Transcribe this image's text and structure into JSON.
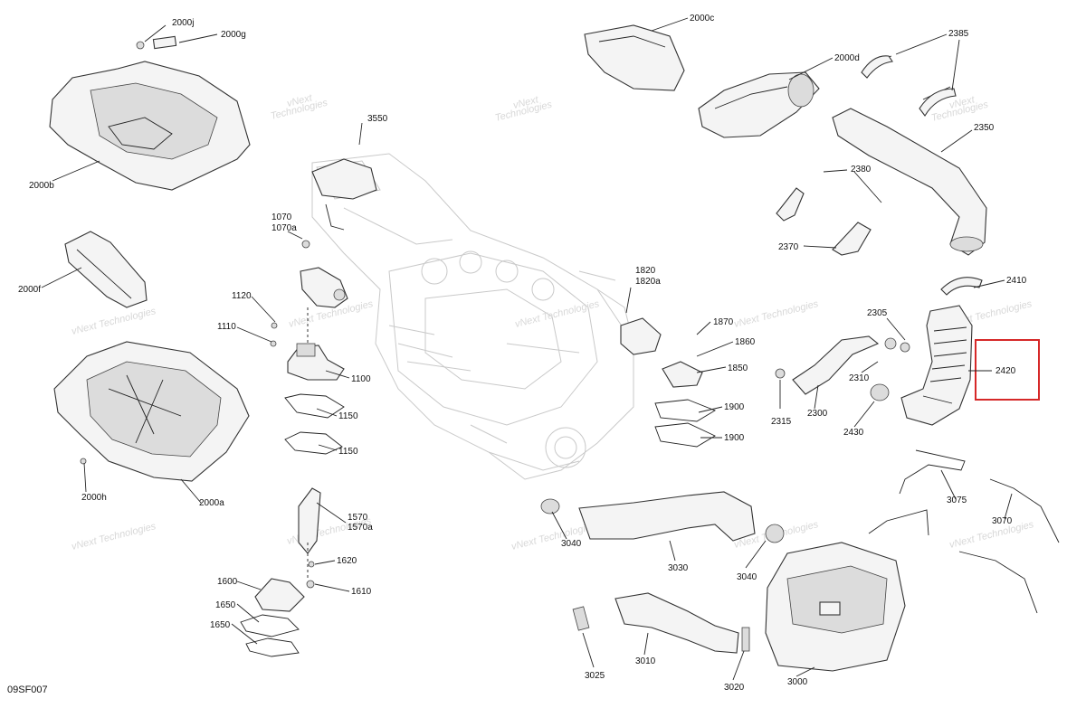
{
  "diagram_code": "09SF007",
  "watermark": {
    "line1": "vNext",
    "line2": "Technologies",
    "line_full": "vNext Technologies"
  },
  "highlight": {
    "part": "2420",
    "color": "#d62828"
  },
  "callouts": [
    "2000j",
    "2000g",
    "2000b",
    "2000f",
    "2000h",
    "2000a",
    "3550",
    "1070",
    "1070a",
    "1120",
    "1110",
    "1100",
    "1150",
    "1150",
    "1570",
    "1570a",
    "1620",
    "1610",
    "1600",
    "1650",
    "1650",
    "2000c",
    "2000d",
    "1820",
    "1820a",
    "1870",
    "1860",
    "1850",
    "1900",
    "1900",
    "3040",
    "3030",
    "3040",
    "3025",
    "3010",
    "3020",
    "3000",
    "2385",
    "2350",
    "2380",
    "2370",
    "2410",
    "2305",
    "2310",
    "2315",
    "2300",
    "2430",
    "2420",
    "3075",
    "3070"
  ]
}
